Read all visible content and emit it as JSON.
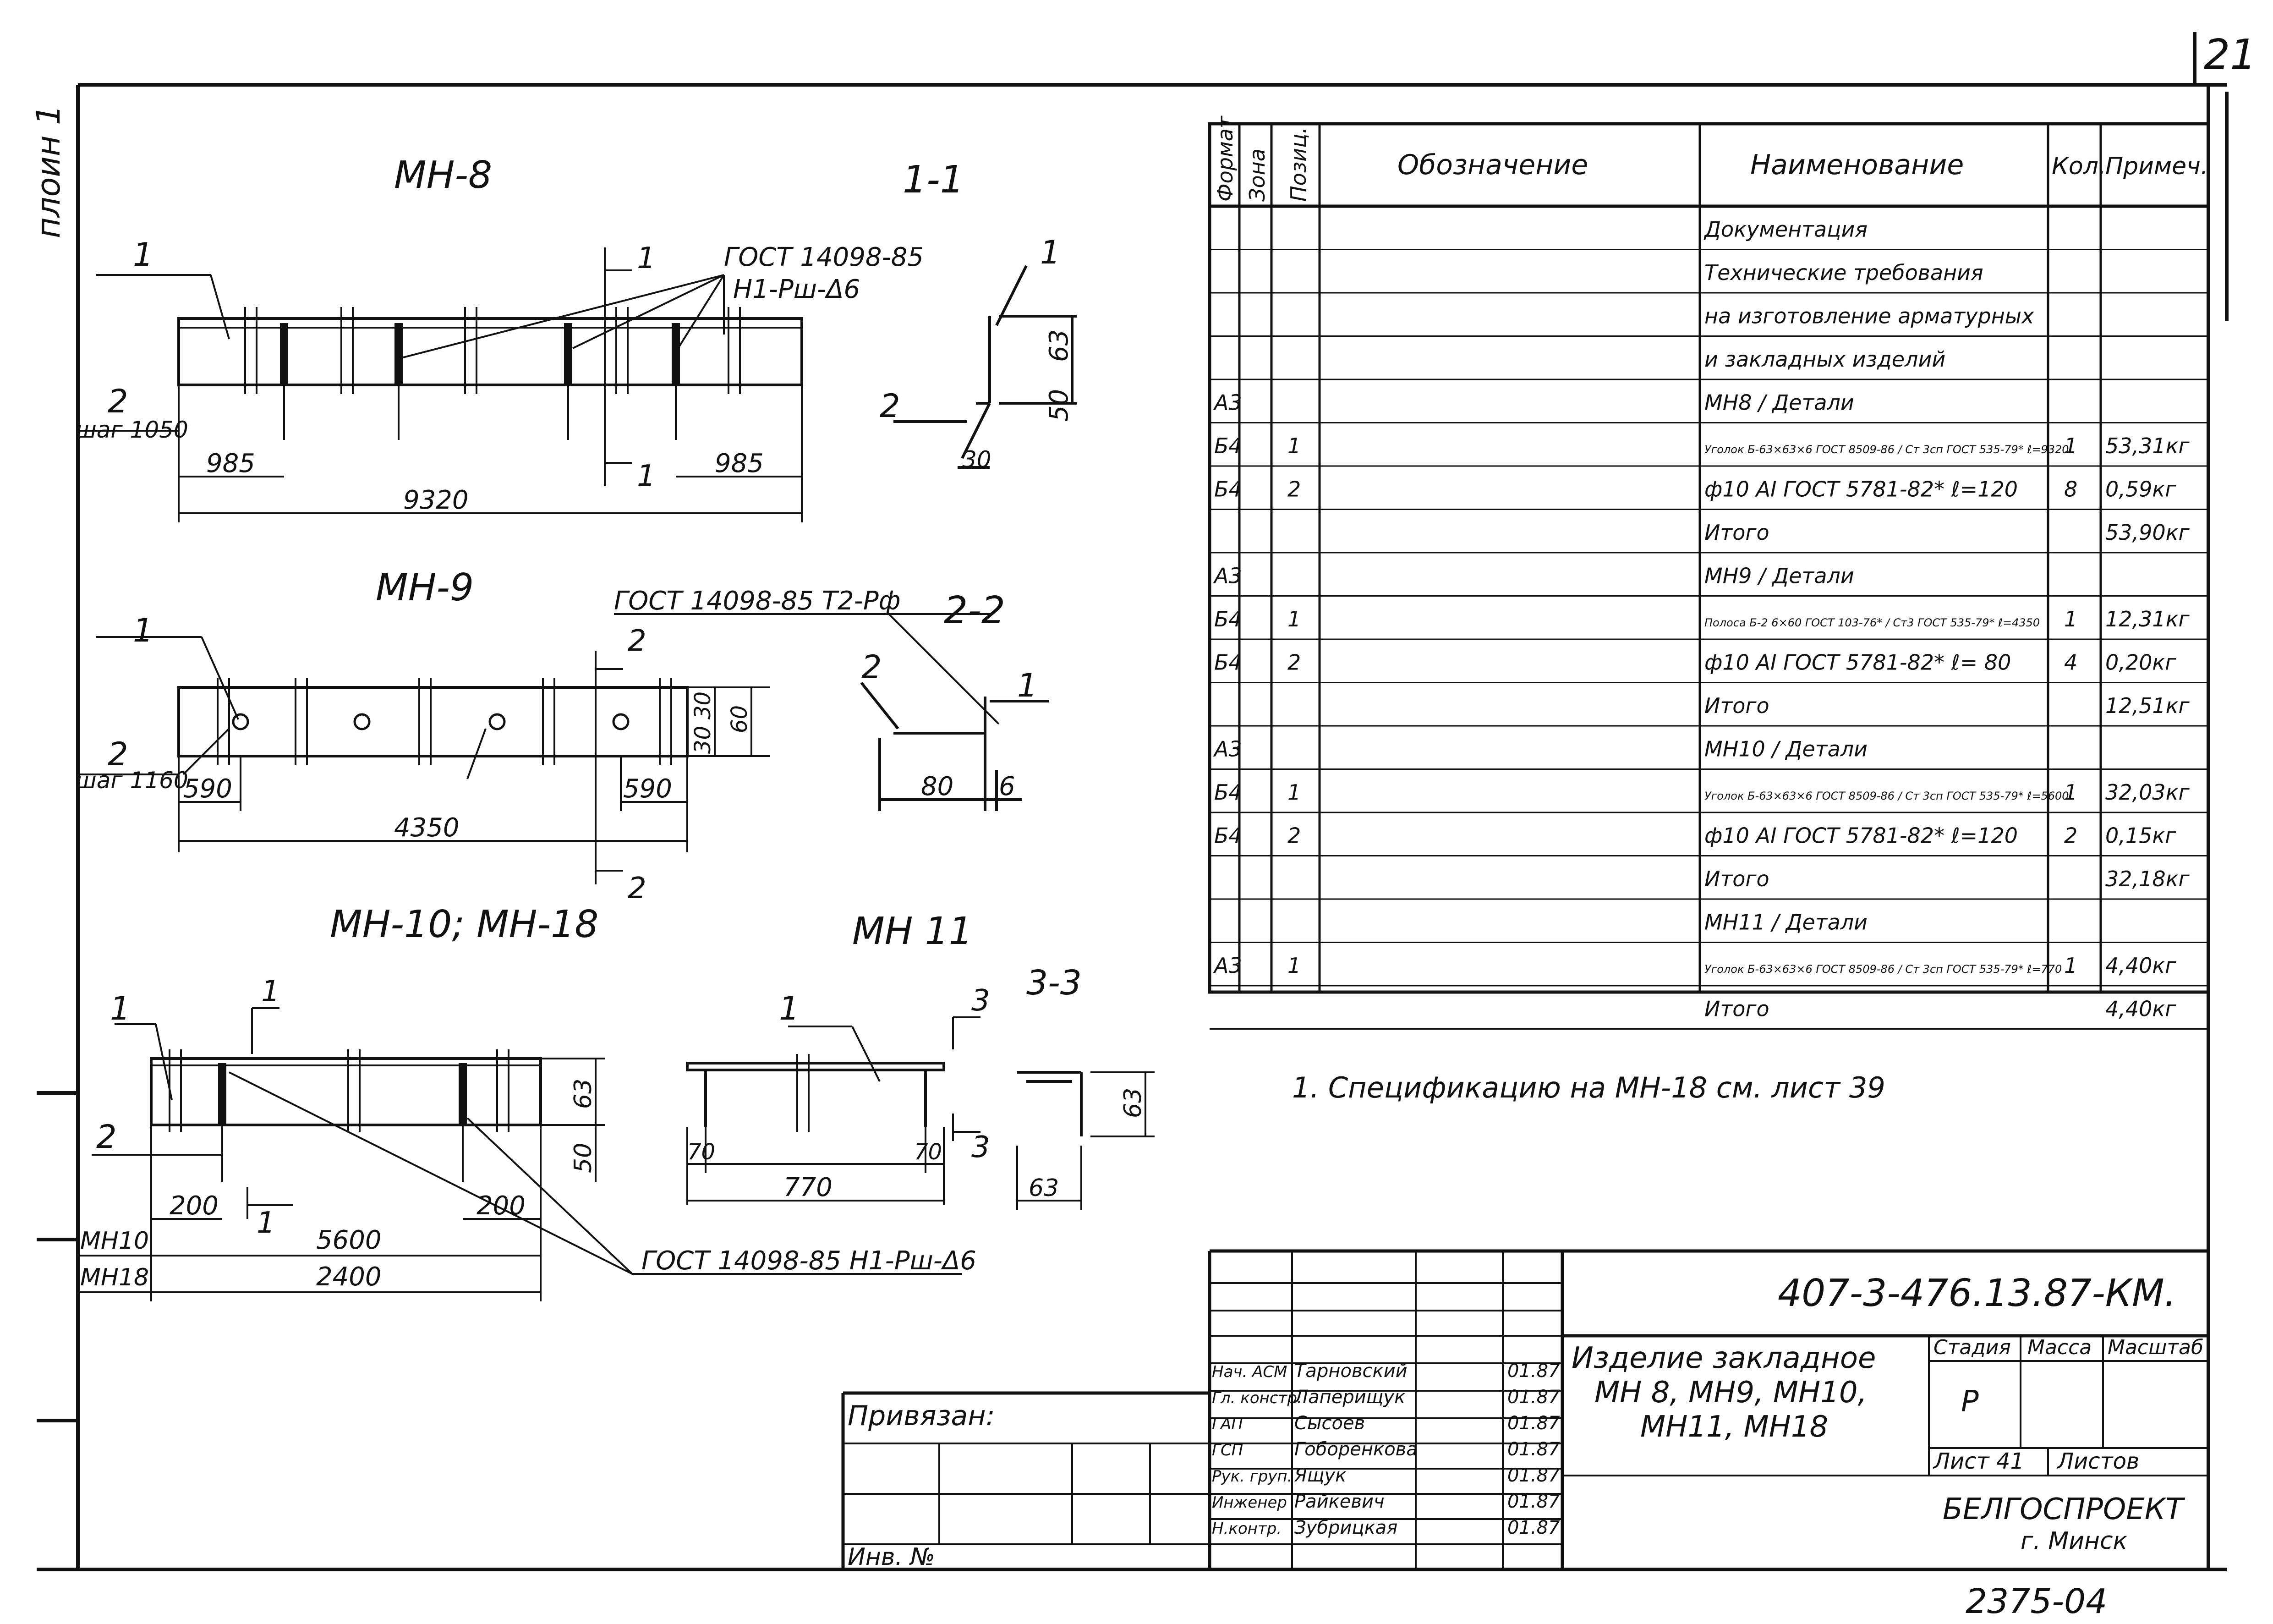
{
  "sheet": {
    "page_number": "21",
    "side_label": "плоин 1",
    "bottom_number": "2375-04",
    "privyazan": "Привязан:",
    "inv_no": "Инв. №"
  },
  "drawings": {
    "mn8": {
      "title": "МН-8",
      "section": "1-1",
      "weld_note_1": "ГОСТ 14098-85",
      "weld_note_2": "Н1-Рш-Δ6",
      "pos1": "1",
      "pos2": "2",
      "step": "шаг 1050",
      "dim_left": "985",
      "dim_right": "985",
      "dim_total": "9320",
      "cut_mark": "1",
      "sec_dim_63": "63",
      "sec_dim_50": "50",
      "sec_dim_30": "30"
    },
    "mn9": {
      "title": "МН-9",
      "section": "2-2",
      "weld_note": "ГОСТ 14098-85 Т2-Рф",
      "pos1": "1",
      "pos2": "2",
      "step": "шаг 1160",
      "dim_left": "590",
      "dim_right": "590",
      "dim_total": "4350",
      "dim_30a": "30",
      "dim_30b": "30",
      "dim_60": "60",
      "cut_mark": "2",
      "sec_dim_80": "80",
      "sec_dim_6": "6"
    },
    "mn10": {
      "title": "МН-10; МН-18",
      "pos1": "1",
      "pos2": "2",
      "dim_left": "200",
      "dim_right": "200",
      "row1_label": "МН10",
      "row1_dim": "5600",
      "row2_label": "МН18",
      "row2_dim": "2400",
      "dim_63": "63",
      "dim_50": "50",
      "weld_note": "ГОСТ 14098-85 Н1-Рш-Δ6",
      "cut_mark": "1"
    },
    "mn11": {
      "title": "МН 11",
      "section": "3-3",
      "pos1": "1",
      "dim_70a": "70",
      "dim_70b": "70",
      "dim_770": "770",
      "sec_dim_63a": "63",
      "sec_dim_63b": "63",
      "cut_mark": "3"
    }
  },
  "spec_table": {
    "headers": [
      "Формат",
      "Зона",
      "Позиц.",
      "Обозначение",
      "Наименование",
      "Кол.",
      "Примеч."
    ],
    "rows": [
      {
        "fmt": "",
        "pos": "",
        "name": "Документация",
        "qty": "",
        "note": ""
      },
      {
        "fmt": "",
        "pos": "",
        "name": "Технические требования",
        "qty": "",
        "note": ""
      },
      {
        "fmt": "",
        "pos": "",
        "name": "на изготовление арматурных",
        "qty": "",
        "note": ""
      },
      {
        "fmt": "",
        "pos": "",
        "name": "и закладных изделий",
        "qty": "",
        "note": ""
      },
      {
        "fmt": "А3",
        "pos": "",
        "name": "МН8 / Детали",
        "qty": "",
        "note": ""
      },
      {
        "fmt": "Б4",
        "pos": "1",
        "name": "Уголок Б-63×63×6 ГОСТ 8509-86 / Ст 3сп ГОСТ 535-79* ℓ=9320",
        "qty": "1",
        "note": "53,31кг"
      },
      {
        "fmt": "Б4",
        "pos": "2",
        "name": "ф10 АI ГОСТ 5781-82* ℓ=120",
        "qty": "8",
        "note": "0,59кг"
      },
      {
        "fmt": "",
        "pos": "",
        "name": "Итого",
        "qty": "",
        "note": "53,90кг"
      },
      {
        "fmt": "А3",
        "pos": "",
        "name": "МН9 / Детали",
        "qty": "",
        "note": ""
      },
      {
        "fmt": "Б4",
        "pos": "1",
        "name": "Полоса Б-2 6×60 ГОСТ 103-76* / Ст3 ГОСТ 535-79* ℓ=4350",
        "qty": "1",
        "note": "12,31кг"
      },
      {
        "fmt": "Б4",
        "pos": "2",
        "name": "ф10 АI ГОСТ 5781-82* ℓ= 80",
        "qty": "4",
        "note": "0,20кг"
      },
      {
        "fmt": "",
        "pos": "",
        "name": "Итого",
        "qty": "",
        "note": "12,51кг"
      },
      {
        "fmt": "А3",
        "pos": "",
        "name": "МН10 / Детали",
        "qty": "",
        "note": ""
      },
      {
        "fmt": "Б4",
        "pos": "1",
        "name": "Уголок Б-63×63×6 ГОСТ 8509-86 / Ст 3сп ГОСТ 535-79* ℓ=5600",
        "qty": "1",
        "note": "32,03кг"
      },
      {
        "fmt": "Б4",
        "pos": "2",
        "name": "ф10 АI ГОСТ 5781-82* ℓ=120",
        "qty": "2",
        "note": "0,15кг"
      },
      {
        "fmt": "",
        "pos": "",
        "name": "Итого",
        "qty": "",
        "note": "32,18кг"
      },
      {
        "fmt": "",
        "pos": "",
        "name": "МН11 / Детали",
        "qty": "",
        "note": ""
      },
      {
        "fmt": "А3",
        "pos": "1",
        "name": "Уголок Б-63×63×6 ГОСТ 8509-86 / Ст 3сп ГОСТ 535-79* ℓ=770",
        "qty": "1",
        "note": "4,40кг"
      },
      {
        "fmt": "",
        "pos": "",
        "name": "Итого",
        "qty": "",
        "note": "4,40кг"
      }
    ]
  },
  "note": "1. Спецификацию на МН-18 см. лист 39",
  "title_block": {
    "code": "407-3-476.13.87-КМ.",
    "product_1": "Изделие закладное",
    "product_2": "МН 8, МН9, МН10,",
    "product_3": "МН11, МН18",
    "stage_hdr": "Стадия",
    "mass_hdr": "Масса",
    "scale_hdr": "Масштаб",
    "stage": "Р",
    "sheet": "Лист 41",
    "sheets": "Листов",
    "org_1": "БЕЛГОСПРОЕКТ",
    "org_2": "г. Минск",
    "signers": [
      {
        "role": "Нач. АСМ",
        "name": "Тарновский",
        "date": "01.87"
      },
      {
        "role": "Гл. констр.",
        "name": "Лаперищук",
        "date": "01.87"
      },
      {
        "role": "ГАП",
        "name": "Сысоев",
        "date": "01.87"
      },
      {
        "role": "ГСП",
        "name": "Гоборенкова",
        "date": "01.87"
      },
      {
        "role": "Рук. груп.",
        "name": "Ящук",
        "date": "01.87"
      },
      {
        "role": "Инженер",
        "name": "Райкевич",
        "date": "01.87"
      },
      {
        "role": "Н.контр.",
        "name": "Зубрицкая",
        "date": "01.87"
      }
    ]
  }
}
